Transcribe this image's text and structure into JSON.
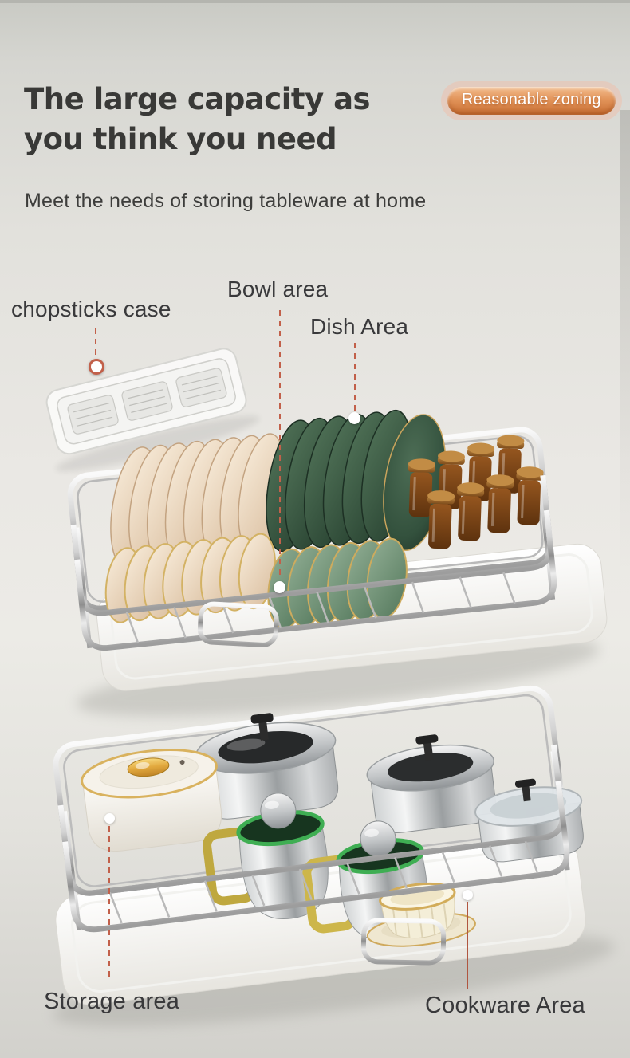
{
  "header": {
    "title_line1": "The large capacity as",
    "title_line2": "you think you need",
    "badge": "Reasonable zoning",
    "subtitle": "Meet the needs of storing tableware at home"
  },
  "annotations": {
    "chopsticks": {
      "label": "chopsticks case"
    },
    "bowl": {
      "label": "Bowl area"
    },
    "dish": {
      "label": "Dish Area"
    },
    "storage": {
      "label": "Storage area"
    },
    "cookware": {
      "label": "Cookware Area"
    }
  },
  "colors": {
    "accent_leader": "#c2604a",
    "badge_gradient_top": "#f3bd8e",
    "badge_gradient_bottom": "#c96f33",
    "badge_halo": "#eac4b3",
    "badge_text": "#ffffff",
    "title_text": "#393937",
    "label_text": "#39393b",
    "background_top": "#c9cac4",
    "background_mid": "#ecebe6",
    "plate_cream": "#ead4b9",
    "plate_green": "#3d5c44",
    "bowl_green": "#6f9173",
    "jar_lid_wood": "#a5691f",
    "jar_glass_amber": "#7a4316",
    "chrome_wire": "#c8c8c8",
    "gold_trim": "#d9ae4e",
    "tray_white": "#ffffff"
  },
  "illustration": {
    "upper_tier_items": [
      "chopsticks-case",
      "cream-plate-stack",
      "green-plate-stack",
      "cream-bowl-row",
      "green-bowl-row",
      "spice-jars",
      "drain-tray",
      "wire-basket"
    ],
    "lower_tier_items": [
      "white-casserole-pot",
      "stainless-pot",
      "stainless-pot-2",
      "glass-lid-pot",
      "thermos-kettle",
      "thermos-kettle-2",
      "ceramic-bowl-gold-rim",
      "drain-tray",
      "wire-basket"
    ]
  }
}
